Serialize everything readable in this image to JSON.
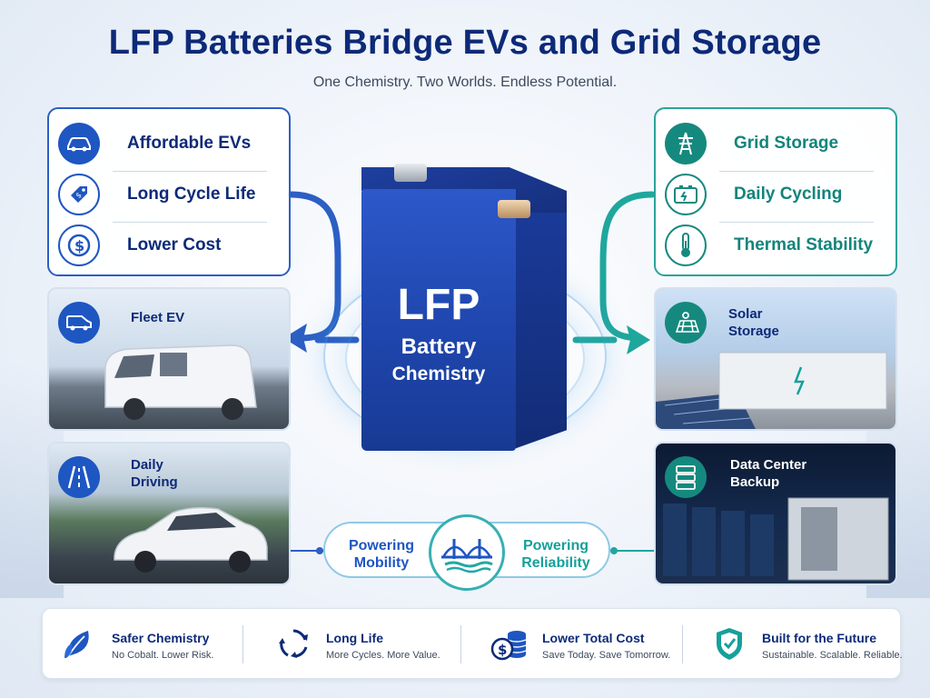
{
  "header": {
    "title": "LFP Batteries Bridge EVs and Grid Storage",
    "subtitle": "One Chemistry. Two Worlds. Endless Potential."
  },
  "ev_features": [
    {
      "label": "Affordable EVs",
      "icon": "car-icon"
    },
    {
      "label": "Long Cycle Life",
      "icon": "price-tag-icon"
    },
    {
      "label": "Lower Cost",
      "icon": "dollar-coin-icon"
    }
  ],
  "grid_features": [
    {
      "label": "Grid Storage",
      "icon": "power-tower-icon"
    },
    {
      "label": "Daily Cycling",
      "icon": "battery-charge-icon"
    },
    {
      "label": "Thermal Stability",
      "icon": "thermometer-icon"
    }
  ],
  "tiles": {
    "fleet": {
      "label": "Fleet EV",
      "icon": "van-icon"
    },
    "driving": {
      "line1": "Daily",
      "line2": "Driving",
      "icon": "road-icon"
    },
    "solar": {
      "line1": "Solar",
      "line2": "Storage",
      "icon": "solar-panel-icon"
    },
    "datacenter": {
      "line1": "Data Center",
      "line2": "Backup",
      "icon": "server-icon"
    }
  },
  "battery": {
    "line1": "LFP",
    "line2": "Battery",
    "line3": "Chemistry"
  },
  "bridge": {
    "left_line1": "Powering",
    "left_line2": "Mobility",
    "right_line1": "Powering",
    "right_line2": "Reliability",
    "icon": "bridge-icon"
  },
  "benefits": [
    {
      "title": "Safer Chemistry",
      "sub": "No Cobalt. Lower Risk.",
      "icon": "leaf-icon"
    },
    {
      "title": "Long Life",
      "sub": "More Cycles. More Value.",
      "icon": "recycle-arrows-icon"
    },
    {
      "title": "Lower Total Cost",
      "sub": "Save Today. Save Tomorrow.",
      "icon": "coin-stack-icon"
    },
    {
      "title": "Built for the Future",
      "sub": "Sustainable. Scalable. Reliable.",
      "icon": "shield-check-icon"
    }
  ],
  "colors": {
    "ev_blue": "#1e56c2",
    "grid_teal": "#16897f",
    "title_navy": "#0d2a78"
  }
}
